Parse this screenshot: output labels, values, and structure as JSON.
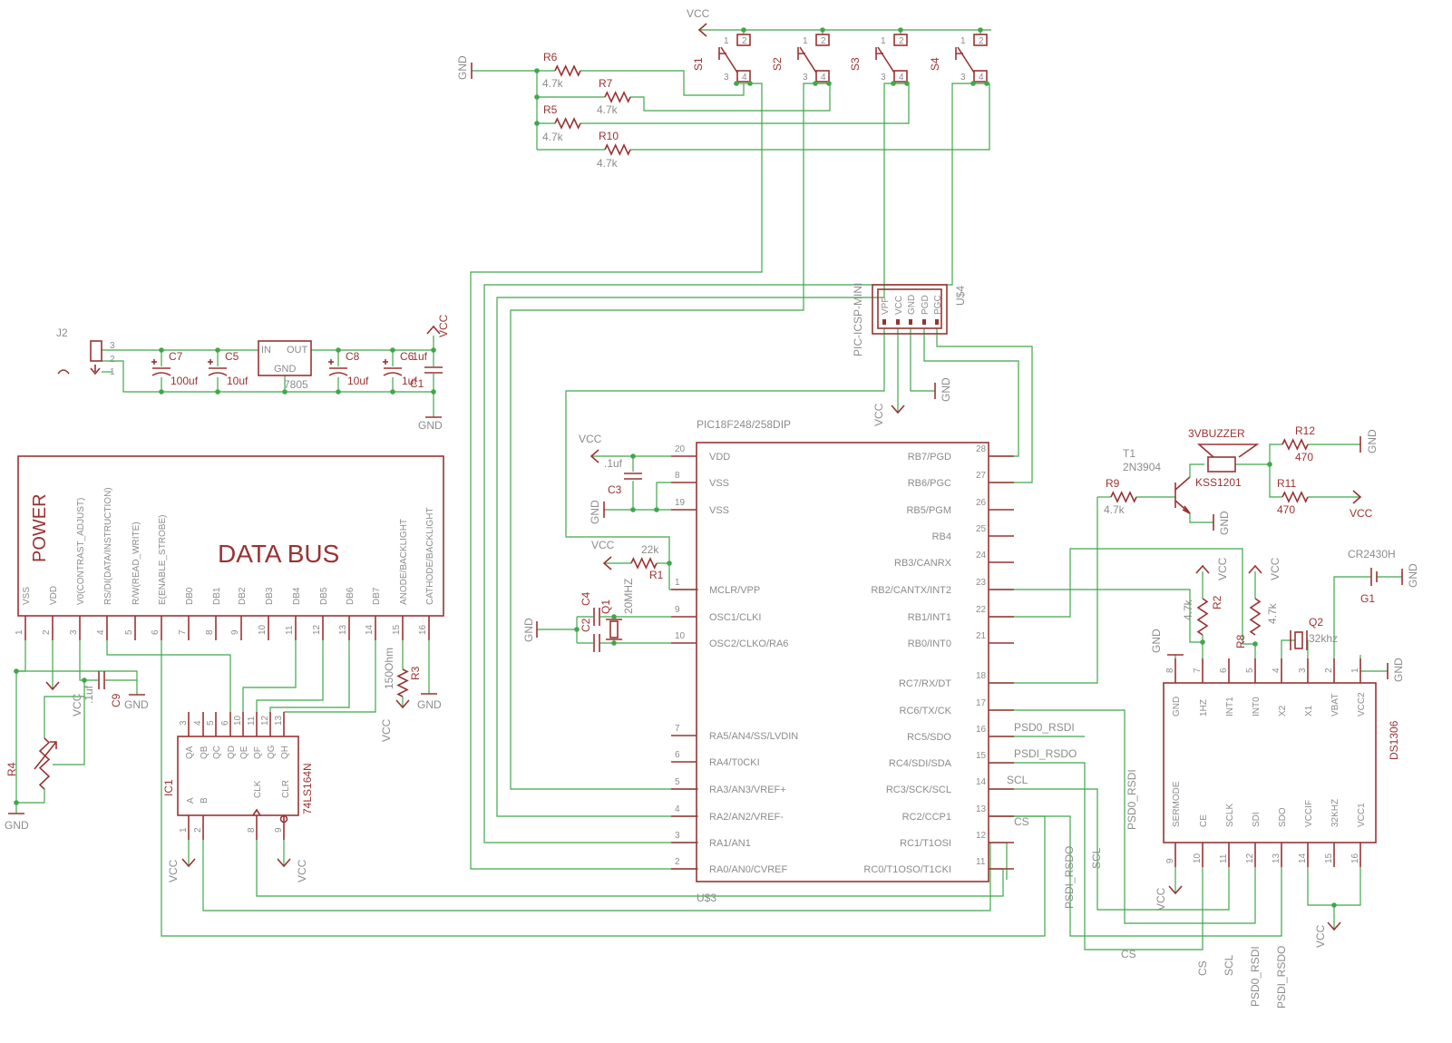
{
  "connector": {
    "name": "J2",
    "pins": [
      "3",
      "2",
      "1"
    ]
  },
  "regulator": {
    "name": "7805",
    "in": "IN",
    "out": "OUT",
    "gnd": "GND"
  },
  "caps_power": [
    {
      "name": "C7",
      "value": "100uf"
    },
    {
      "name": "C5",
      "value": "10uf"
    },
    {
      "name": "C8",
      "value": "10uf"
    },
    {
      "name": "C6",
      "value": "1uf"
    },
    {
      "name": "C1",
      "value": ".1uf"
    }
  ],
  "nets": {
    "vcc": "VCC",
    "gnd": "GND"
  },
  "switches": [
    "S1",
    "S2",
    "S3",
    "S4"
  ],
  "switch_pins": [
    "1",
    "2",
    "3",
    "4"
  ],
  "switch_resistors": [
    {
      "name": "R6",
      "value": "4.7k"
    },
    {
      "name": "R7",
      "value": "4.7k"
    },
    {
      "name": "R5",
      "value": "4.7k"
    },
    {
      "name": "R10",
      "value": "4.7k"
    }
  ],
  "icsp": {
    "name": "U$4",
    "part": "PIC-ICSP-MINI",
    "pins": [
      "VPP",
      "VCC",
      "GND",
      "PGD",
      "PGC"
    ]
  },
  "mcu": {
    "name": "U$3",
    "part": "PIC18F248/258DIP",
    "left_pins": [
      {
        "num": "20",
        "label": "VDD"
      },
      {
        "num": "8",
        "label": "VSS"
      },
      {
        "num": "19",
        "label": "VSS"
      },
      {
        "num": "1",
        "label": "MCLR/VPP"
      },
      {
        "num": "9",
        "label": "OSC1/CLKI"
      },
      {
        "num": "10",
        "label": "OSC2/CLKO/RA6"
      },
      {
        "num": "7",
        "label": "RA5/AN4/SS/LVDIN"
      },
      {
        "num": "6",
        "label": "RA4/T0CKI"
      },
      {
        "num": "5",
        "label": "RA3/AN3/VREF+"
      },
      {
        "num": "4",
        "label": "RA2/AN2/VREF-"
      },
      {
        "num": "3",
        "label": "RA1/AN1"
      },
      {
        "num": "2",
        "label": "RA0/AN0/CVREF"
      }
    ],
    "right_pins": [
      {
        "num": "28",
        "label": "RB7/PGD"
      },
      {
        "num": "27",
        "label": "RB6/PGC"
      },
      {
        "num": "26",
        "label": "RB5/PGM"
      },
      {
        "num": "25",
        "label": "RB4"
      },
      {
        "num": "24",
        "label": "RB3/CANRX"
      },
      {
        "num": "23",
        "label": "RB2/CANTX/INT2"
      },
      {
        "num": "22",
        "label": "RB1/INT1"
      },
      {
        "num": "21",
        "label": "RB0/INT0"
      },
      {
        "num": "18",
        "label": "RC7/RX/DT"
      },
      {
        "num": "17",
        "label": "RC6/TX/CK"
      },
      {
        "num": "16",
        "label": "RC5/SDO"
      },
      {
        "num": "15",
        "label": "RC4/SDI/SDA"
      },
      {
        "num": "14",
        "label": "RC3/SCK/SCL"
      },
      {
        "num": "13",
        "label": "RC2/CCP1"
      },
      {
        "num": "12",
        "label": "RC1/T1OSI"
      },
      {
        "num": "11",
        "label": "RC0/T1OSO/T1CKI"
      }
    ]
  },
  "mcu_support": {
    "c3": {
      "name": "C3",
      "value": ".1uf"
    },
    "r1": {
      "name": "R1",
      "value": "22k"
    },
    "c4": {
      "name": "C4"
    },
    "c2": {
      "name": "C2"
    },
    "q1": {
      "name": "Q1",
      "value": "20MHZ"
    }
  },
  "lcd": {
    "title_power": "POWER",
    "title_bus": "DATA BUS",
    "pins": [
      {
        "num": "1",
        "label": "VSS"
      },
      {
        "num": "2",
        "label": "VDD"
      },
      {
        "num": "3",
        "label": "V0(CONTRAST_ADJUST)"
      },
      {
        "num": "4",
        "label": "RS/DI(DATA/INSTRUCTION)"
      },
      {
        "num": "5",
        "label": "R/W(READ_WRITE)"
      },
      {
        "num": "6",
        "label": "E(ENABLE_STROBE)"
      },
      {
        "num": "7",
        "label": "DB0"
      },
      {
        "num": "8",
        "label": "DB1"
      },
      {
        "num": "9",
        "label": "DB2"
      },
      {
        "num": "10",
        "label": "DB3"
      },
      {
        "num": "11",
        "label": "DB4"
      },
      {
        "num": "12",
        "label": "DB5"
      },
      {
        "num": "13",
        "label": "DB6"
      },
      {
        "num": "14",
        "label": "DB7"
      },
      {
        "num": "15",
        "label": "ANODE/BACKLIGHT"
      },
      {
        "num": "16",
        "label": "CATHODE/BACKLIGHT"
      }
    ]
  },
  "lcd_support": {
    "c9": {
      "name": "C9",
      "value": ".1uf"
    },
    "r3": {
      "name": "R3",
      "value": "150Ohm"
    },
    "r4": {
      "name": "R4"
    }
  },
  "shift_register": {
    "name": "IC1",
    "part": "74LS164N",
    "outputs": [
      "QA",
      "QB",
      "QC",
      "QD",
      "QE",
      "QF",
      "QG",
      "QH"
    ],
    "output_pins": [
      "3",
      "4",
      "5",
      "6",
      "10",
      "11",
      "12",
      "13"
    ],
    "inputs": [
      "A",
      "B",
      "CLK",
      "CLR"
    ],
    "input_pins": [
      "1",
      "2",
      "8",
      "9"
    ]
  },
  "buzzer": {
    "t1": {
      "name": "T1",
      "value": "2N3904"
    },
    "r9": {
      "name": "R9",
      "value": "4.7k"
    },
    "sp": {
      "name": "3VBUZZER",
      "value": "KSS1201"
    },
    "r12": {
      "name": "R12",
      "value": "470"
    },
    "r11": {
      "name": "R11",
      "value": "470"
    }
  },
  "rtc": {
    "part": "DS1306",
    "top_pins": [
      {
        "num": "8",
        "label": "GND"
      },
      {
        "num": "7",
        "label": "1HZ"
      },
      {
        "num": "6",
        "label": "INT1"
      },
      {
        "num": "5",
        "label": "INT0"
      },
      {
        "num": "4",
        "label": "X2"
      },
      {
        "num": "3",
        "label": "X1"
      },
      {
        "num": "2",
        "label": "VBAT"
      },
      {
        "num": "1",
        "label": "VCC2"
      }
    ],
    "bottom_pins": [
      {
        "num": "9",
        "label": "SERMODE"
      },
      {
        "num": "10",
        "label": "CE"
      },
      {
        "num": "11",
        "label": "SCLK"
      },
      {
        "num": "12",
        "label": "SDI"
      },
      {
        "num": "13",
        "label": "SDO"
      },
      {
        "num": "14",
        "label": "VCCIF"
      },
      {
        "num": "15",
        "label": "32KHZ"
      },
      {
        "num": "16",
        "label": "VCC1"
      }
    ]
  },
  "rtc_support": {
    "r2": {
      "name": "R2",
      "value": "4.7k"
    },
    "r8": {
      "name": "R8",
      "value": "4.7k"
    },
    "q2": {
      "name": "Q2",
      "value": "32khz"
    },
    "g1": {
      "name": "G1",
      "value": "CR2430H"
    }
  },
  "signal_labels": {
    "psdo_rsdi": "PSD0_RSDI",
    "psdi_rsdo": "PSDI_RSDO",
    "scl": "SCL",
    "cs": "CS"
  }
}
